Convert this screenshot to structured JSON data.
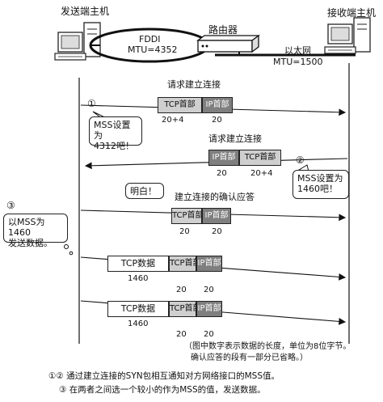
{
  "hosts": {
    "sender": "发送端主机",
    "receiver": "接收端主机",
    "router": "路由器"
  },
  "networks": {
    "fddi_name": "FDDI",
    "fddi_mtu": "MTU=4352",
    "ethernet_name": "以太网",
    "ethernet_mtu": "MTU=1500"
  },
  "steps": {
    "step1_label": "请求建立连接",
    "step1_num": "①",
    "step1_callout": [
      "MSS设置为",
      "4312吧！"
    ],
    "step1_tcp": "TCP首部",
    "step1_ip": "IP首部",
    "step1_tcp_len": "20+4",
    "step1_ip_len": "20",
    "step2_label": "请求建立连接",
    "step2_num": "②",
    "step2_callout": [
      "MSS设置为",
      "1460吧！"
    ],
    "step2_ip": "IP首部",
    "step2_tcp": "TCP首部",
    "step2_ip_len": "20",
    "step2_tcp_len": "20+4",
    "step3_reply": "明白！",
    "step3_label": "建立连接的确认应答",
    "step3_tcp": "TCP首部",
    "step3_ip": "IP首部",
    "step3_tcp_len": "20",
    "step3_ip_len": "20",
    "step4_num": "③",
    "step4_callout": [
      "以MSS为1460",
      "发送数据。"
    ],
    "data1_label": "TCP数据",
    "data1_tcp": "TCP首部",
    "data1_ip": "IP首部",
    "data1_len": "1460",
    "data1_tcp_len": "20",
    "data1_ip_len": "20",
    "data2_label": "TCP数据",
    "data2_tcp": "TCP首部",
    "data2_ip": "IP首部",
    "data2_len": "1460",
    "data2_tcp_len": "20",
    "data2_ip_len": "20"
  },
  "notes": {
    "paren1": "（图中数字表示数据的长度，单位为8位字节。",
    "paren2": "确认应答的段有一部分已省略。）",
    "foot1": "①② 通过建立连接的SYN包相互通知对方网络接口的MSS值。",
    "foot2": "③ 在两者之间选一个较小的作为MSS的值，发送数据。"
  }
}
